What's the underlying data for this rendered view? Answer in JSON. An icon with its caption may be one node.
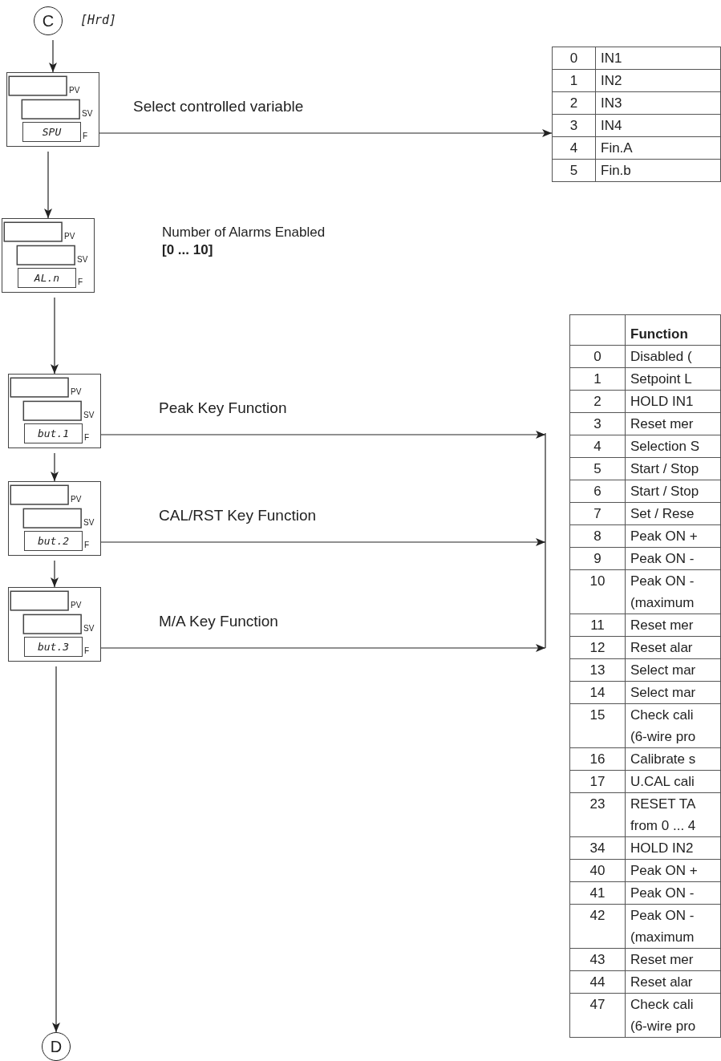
{
  "diagram": {
    "nodes": [
      {
        "text": [
          "C"
        ],
        "beside": [
          "[Hrd]"
        ]
      },
      {
        "text": [
          "PV",
          "SV",
          "SPU",
          "F"
        ]
      },
      {
        "text": [
          "0",
          "IN1",
          "1",
          "IN2",
          "2",
          "IN3",
          "3",
          "IN4",
          "4",
          "Fin.A",
          "5",
          "Fin.b"
        ]
      },
      {
        "text": [
          "PV",
          "SV",
          "AL.n",
          "F"
        ],
        "beside": [
          "Number of Alarms Enabled",
          "[0 ... 10]"
        ]
      },
      {
        "text": [
          "PV",
          "SV",
          "but.1",
          "F"
        ]
      },
      {
        "text": [
          "PV",
          "SV",
          "but.2",
          "F"
        ]
      },
      {
        "text": [
          "PV",
          "SV",
          "but.3",
          "F"
        ]
      },
      {
        "text": [
          "Function",
          "0",
          "Disabled (",
          "1",
          "Setpoint L",
          "2",
          "HOLD IN1",
          "3",
          "Reset mer",
          "4",
          "Selection S",
          "5",
          "Start / Stop",
          "6",
          "Start / Stop",
          "7",
          "Set / Rese",
          "8",
          "Peak ON +",
          "9",
          "Peak ON -",
          "10",
          "Peak ON - (maximum",
          "11",
          "Reset mer",
          "12",
          "Reset alar",
          "13",
          "Select mar",
          "14",
          "Select mar",
          "15",
          "Check cali (6-wire pro",
          "16",
          "Calibrate s",
          "17",
          "U.CAL cali",
          "23",
          "RESET TA from 0 ... 4",
          "34",
          "HOLD IN2",
          "40",
          "Peak ON +",
          "41",
          "Peak ON -",
          "42",
          "Peak ON - (maximum",
          "43",
          "Reset mer",
          "44",
          "Reset alar",
          "47",
          "Check cali (6-wire pro"
        ]
      },
      {
        "text": [
          "D"
        ]
      }
    ],
    "edges": [
      {
        "from": 0,
        "to": 1,
        "arrow": "to"
      },
      {
        "from": 1,
        "to": 2,
        "arrow": "to",
        "label": "Select controlled variable"
      },
      {
        "from": 1,
        "to": 3,
        "arrow": "to"
      },
      {
        "from": 3,
        "to": 4,
        "arrow": "to"
      },
      {
        "from": 4,
        "to": 7,
        "arrow": "to",
        "label": "Peak Key Function"
      },
      {
        "from": 4,
        "to": 5,
        "arrow": "to"
      },
      {
        "from": 5,
        "to": 7,
        "arrow": "to",
        "label": "CAL/RST Key Function"
      },
      {
        "from": 5,
        "to": 6,
        "arrow": "to"
      },
      {
        "from": 6,
        "to": 7,
        "arrow": "to",
        "label": "M/A Key Function"
      },
      {
        "from": 6,
        "to": 8,
        "arrow": "to"
      }
    ]
  }
}
